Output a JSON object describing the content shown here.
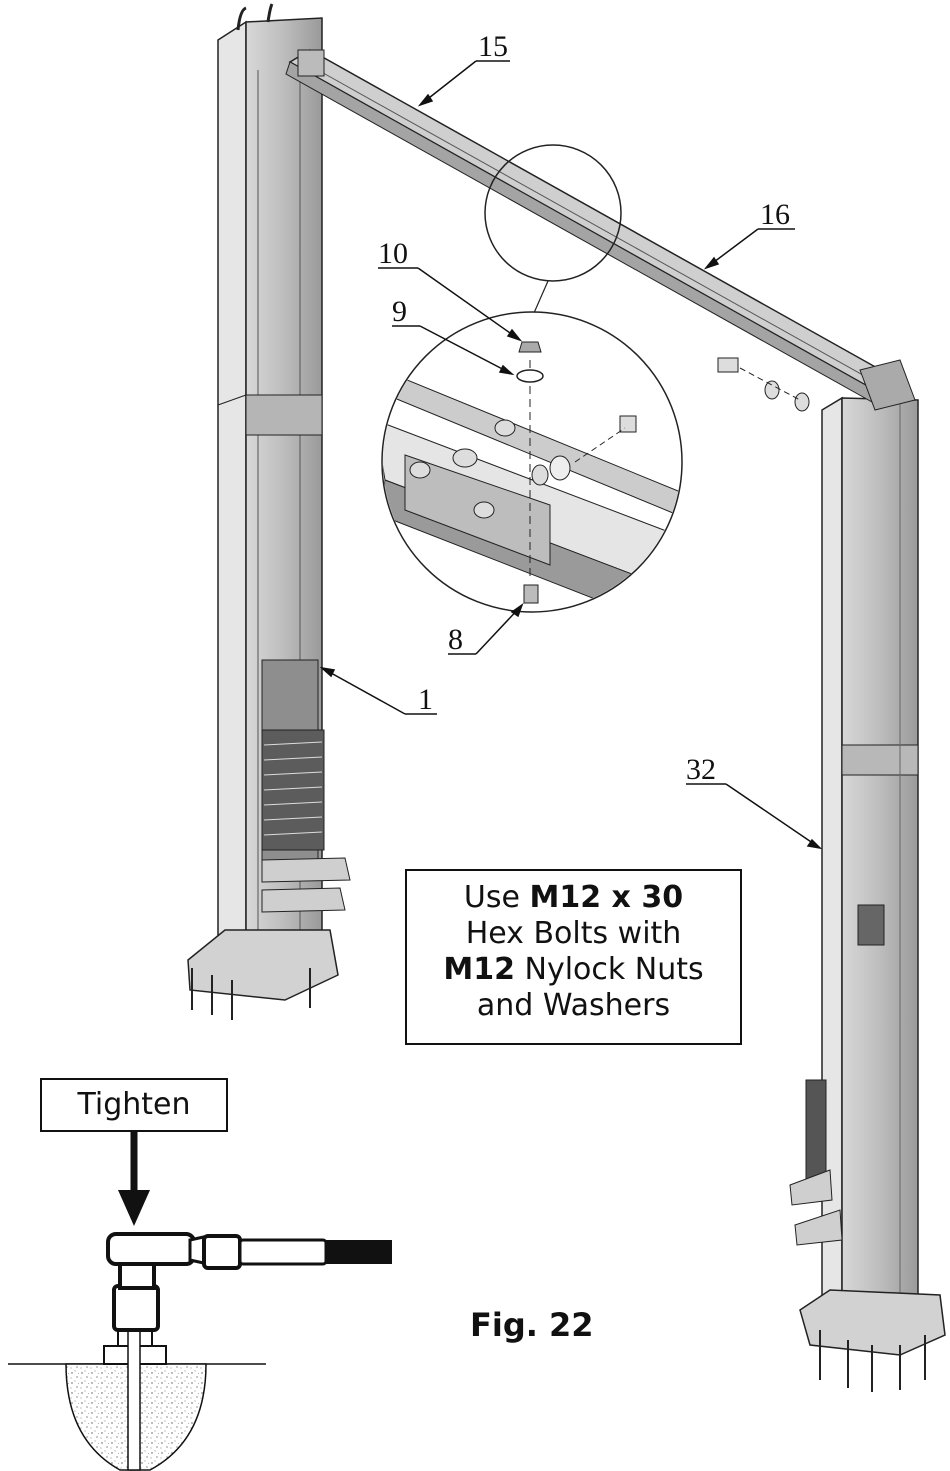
{
  "figure": {
    "label": "Fig. 22"
  },
  "callouts": [
    {
      "id": "c15",
      "text": "15"
    },
    {
      "id": "c16",
      "text": "16"
    },
    {
      "id": "c10",
      "text": "10"
    },
    {
      "id": "c9",
      "text": "9"
    },
    {
      "id": "c8",
      "text": "8"
    },
    {
      "id": "c1",
      "text": "1"
    },
    {
      "id": "c32",
      "text": "32"
    }
  ],
  "note": {
    "line1_pre": "Use ",
    "line1_bold": "M12 x 30",
    "line2": "Hex Bolts with",
    "line3_bold": "M12",
    "line3_post": " Nylock Nuts",
    "line4": "and Washers"
  },
  "tighten": {
    "label": "Tighten"
  }
}
